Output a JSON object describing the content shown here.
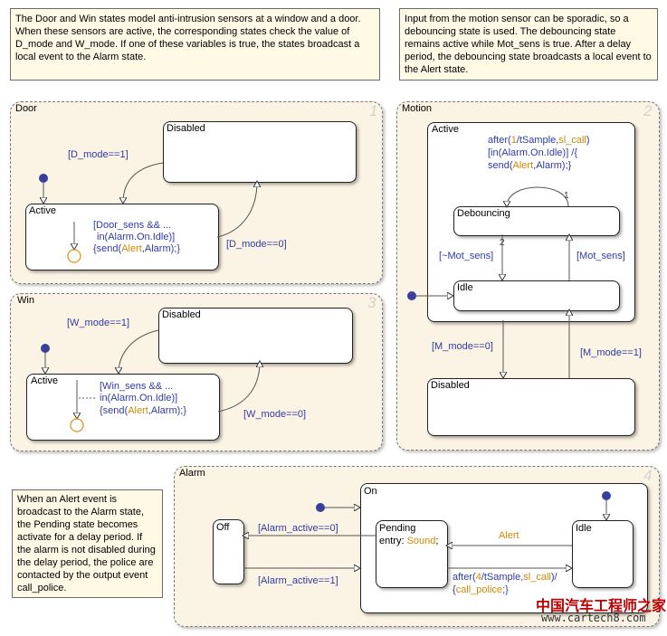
{
  "notes": {
    "door_win": "The Door and Win states model anti-intrusion sensors at a window and a door. When these sensors are active, the corresponding states check the value of D_mode and W_mode. If one of these variables is true, the states broadcast a local event to the Alarm state.",
    "motion": "Input from the motion sensor can be sporadic, so a debouncing state is used. The debouncing state remains active while Mot_sens is true. After a delay period, the debouncing state broadcasts a local event to the Alert state.",
    "alarm": "When an Alert event is broadcast to the Alarm state, the Pending state becomes activate for a delay period. If the alarm is not disabled during the delay period, the police are contacted by the output event call_police."
  },
  "door": {
    "title": "Door",
    "number": "1",
    "disabled": "Disabled",
    "active": "Active",
    "t_enable": "[D_mode==1]",
    "t_disable": "[D_mode==0]",
    "action_1": "[Door_sens && ...",
    "action_2": "in(Alarm.On.Idle)]",
    "action_3a": "{send(",
    "action_3b": "Alert",
    "action_3c": ",Alarm);}"
  },
  "win": {
    "title": "Win",
    "number": "3",
    "disabled": "Disabled",
    "active": "Active",
    "t_enable": "[W_mode==1]",
    "t_disable": "[W_mode==0]",
    "action_1": "[Win_sens && ...",
    "action_2": "in(Alarm.On.Idle)]",
    "action_3a": "{send(",
    "action_3b": "Alert",
    "action_3c": ",Alarm);}"
  },
  "motion": {
    "title": "Motion",
    "number": "2",
    "active": "Active",
    "debouncing": "Debouncing",
    "idle": "Idle",
    "disabled": "Disabled",
    "after_a": "after(",
    "after_b": "1",
    "after_c": "/tSample,",
    "after_d": "sl_call",
    "after_e": ")",
    "after_2": "[in(Alarm.On.Idle)] /{",
    "after_3a": "send(",
    "after_3b": "Alert",
    "after_3c": ",Alarm);}",
    "prio_1": "1",
    "prio_2": "2",
    "t_not_mot": "[~Mot_sens]",
    "t_mot": "[Mot_sens]",
    "t_mode0": "[M_mode==0]",
    "t_mode1": "[M_mode==1]"
  },
  "alarm": {
    "title": "Alarm",
    "number": "4",
    "off": "Off",
    "on": "On",
    "pending": "Pending",
    "idle": "Idle",
    "entry_a": "entry: ",
    "entry_b": "Sound",
    "entry_c": ";",
    "t_active0": "[Alarm_active==0]",
    "t_active1": "[Alarm_active==1]",
    "t_alert": "Alert",
    "after_a": "after(",
    "after_b": "4",
    "after_c": "/tSample,",
    "after_d": "sl_call",
    "after_e": ")/",
    "after_2a": "{",
    "after_2b": "call_police",
    "after_2c": ";}"
  },
  "watermark": {
    "cn": "中国汽车工程师之家",
    "url": "www.cartech8.com"
  },
  "colors": {
    "transition": "#2f3aa8",
    "keyword": "#c98a00",
    "background": "#fbf3e3",
    "default_dot": "#3a3f9c"
  }
}
